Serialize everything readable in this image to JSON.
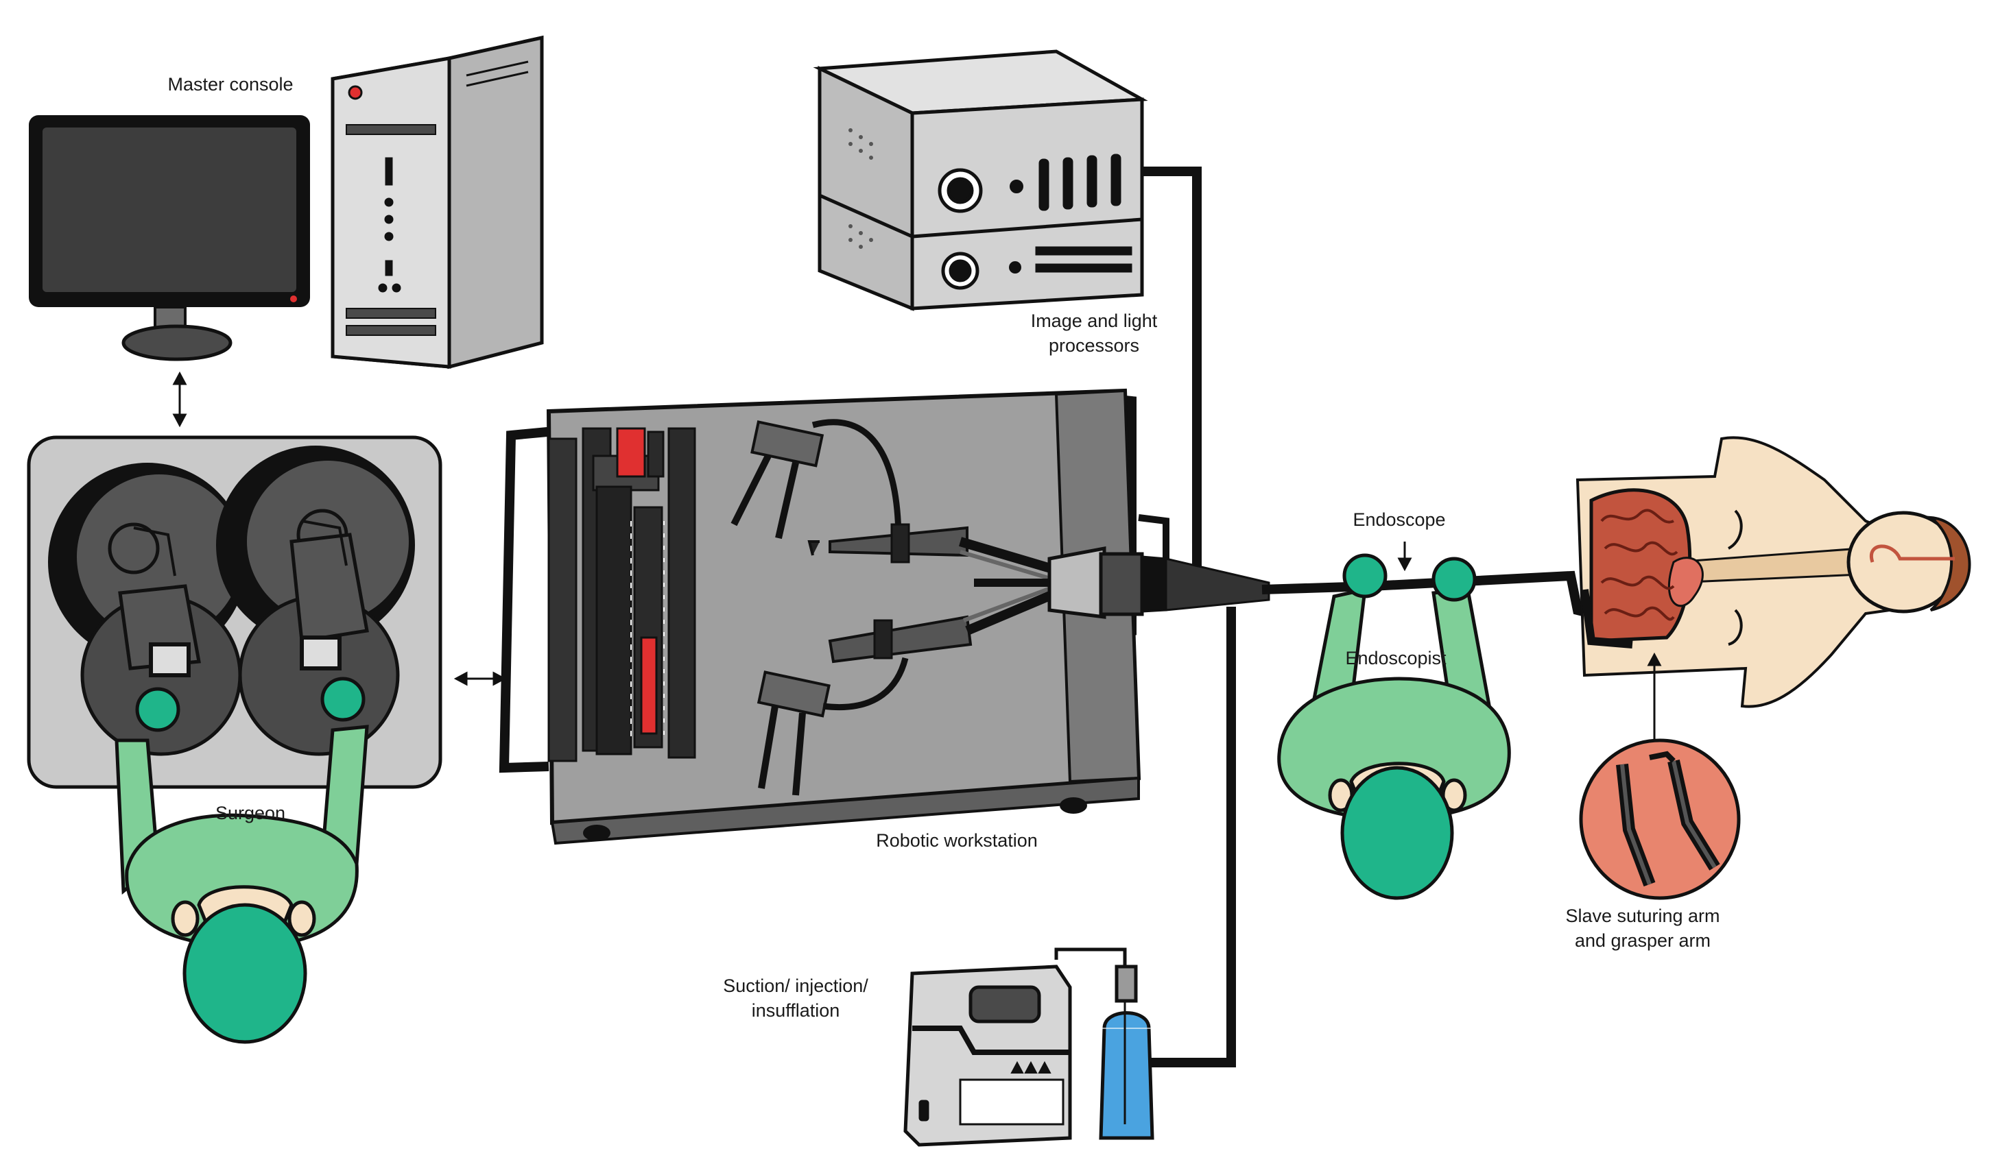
{
  "labels": {
    "master_console": "Master console",
    "image_light_processors": "Image and light\nprocessors",
    "surgeon": "Surgeon",
    "robotic_workstation": "Robotic workstation",
    "endoscope": "Endoscope",
    "endoscopist": "Endoscopist",
    "slave_arms": "Slave suturing arm\nand grasper arm",
    "suction": "Suction/ injection/\ninsufflation"
  },
  "icons": [
    "double-arrow-icon",
    "down-arrow-icon",
    "up-arrow-icon"
  ],
  "colors": {
    "scrubs": "#7fcf98",
    "cap": "#1fb58a",
    "device_gray": "#c9c9c9",
    "dark_gray": "#4a4a4a",
    "outline": "#111111",
    "red_accent": "#e03030",
    "skin": "#f6e1c4",
    "intestine": "#c2543e",
    "bottle_blue": "#4aa3e0"
  }
}
